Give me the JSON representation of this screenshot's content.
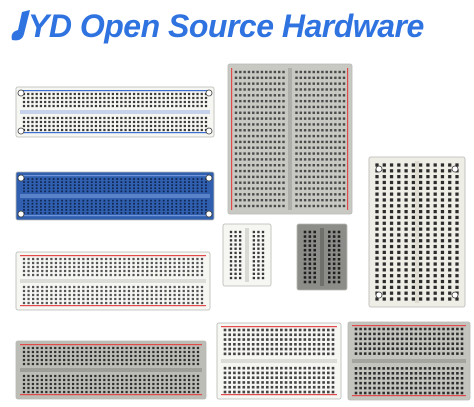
{
  "brand": {
    "text": "YD Open Source Hardware",
    "logo_mark": "music-note-glyph",
    "color": "#2f73e0"
  },
  "colors": {
    "board_white": "#f6f6f3",
    "board_shade": "#dcdcd8",
    "hole": "#3a3a3a",
    "rail_red": "#e04a4a",
    "rail_blue": "#3b6fd0",
    "board_blue": "#2f5fae",
    "board_gray": "#c9c9c4",
    "board_cream": "#efeee6"
  },
  "products": [
    {
      "name": "breadboard-830-white-long",
      "style": "white-rails-blue"
    },
    {
      "name": "breadboard-830-blue-transparent",
      "style": "blue"
    },
    {
      "name": "breadboard-830-tall-gray",
      "style": "gray-tall"
    },
    {
      "name": "breadboard-400-cream",
      "style": "cream"
    },
    {
      "name": "breadboard-170-mini-white",
      "style": "mini-white"
    },
    {
      "name": "breadboard-170-mini-gray",
      "style": "mini-gray"
    },
    {
      "name": "breadboard-830-white-wide",
      "style": "white-wide"
    },
    {
      "name": "breadboard-830-gray-wide",
      "style": "gray-wide"
    },
    {
      "name": "breadboard-400-white-red-rails",
      "style": "white-red"
    },
    {
      "name": "breadboard-400-gray-red-rails",
      "style": "gray-red"
    }
  ]
}
